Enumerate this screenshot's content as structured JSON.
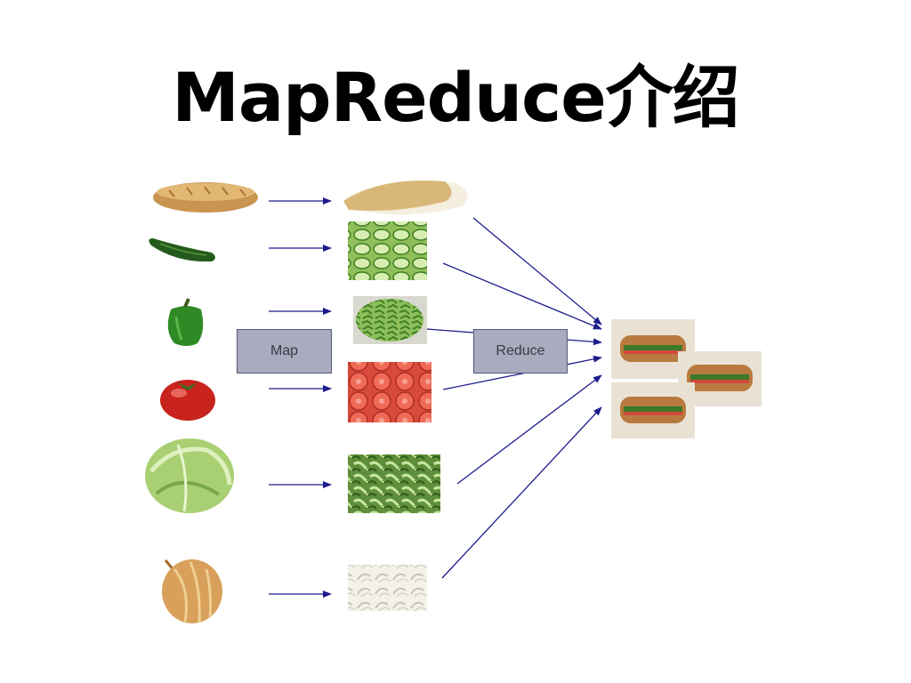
{
  "slide": {
    "title": "MapReduce介绍"
  },
  "stages": {
    "map_label": "Map",
    "reduce_label": "Reduce"
  },
  "colors": {
    "arrow": "#1c1c8c",
    "box_fill": "#a9abbe",
    "box_border": "#54567a"
  },
  "ingredients": [
    {
      "name": "bread",
      "raw": "bread-loaf",
      "mapped": "sliced-bread"
    },
    {
      "name": "cucumber",
      "raw": "whole-cucumber",
      "mapped": "sliced-cucumber"
    },
    {
      "name": "pepper",
      "raw": "green-pepper",
      "mapped": "chopped-pepper"
    },
    {
      "name": "tomato",
      "raw": "whole-tomato",
      "mapped": "sliced-tomato"
    },
    {
      "name": "lettuce",
      "raw": "lettuce-head",
      "mapped": "shredded-lettuce"
    },
    {
      "name": "onion",
      "raw": "whole-onion",
      "mapped": "sliced-onion"
    }
  ],
  "output": {
    "name": "sandwiches",
    "count": 3
  }
}
